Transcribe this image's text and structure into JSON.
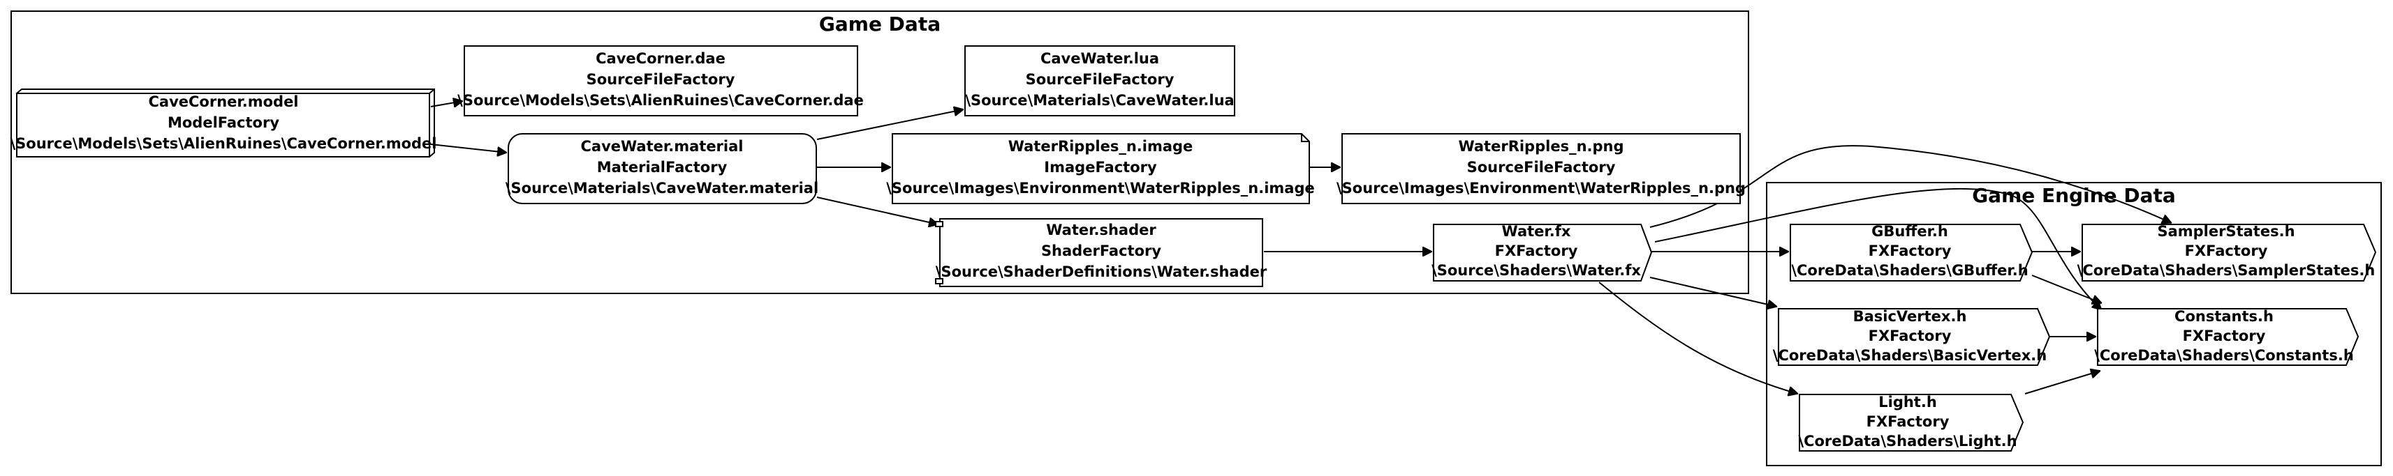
{
  "clusters": {
    "game_data": {
      "title": "Game Data"
    },
    "game_engine_data": {
      "title": "Game Engine Data"
    }
  },
  "nodes": {
    "cavecorner_model": {
      "name": "CaveCorner.model",
      "factory": "ModelFactory",
      "path": "\\Source\\Models\\Sets\\AlienRuines\\CaveCorner.model"
    },
    "cavecorner_dae": {
      "name": "CaveCorner.dae",
      "factory": "SourceFileFactory",
      "path": "\\Source\\Models\\Sets\\AlienRuines\\CaveCorner.dae"
    },
    "cavewater_lua": {
      "name": "CaveWater.lua",
      "factory": "SourceFileFactory",
      "path": "\\Source\\Materials\\CaveWater.lua"
    },
    "cavewater_material": {
      "name": "CaveWater.material",
      "factory": "MaterialFactory",
      "path": "\\Source\\Materials\\CaveWater.material"
    },
    "waterripples_image": {
      "name": "WaterRipples_n.image",
      "factory": "ImageFactory",
      "path": "\\Source\\Images\\Environment\\WaterRipples_n.image"
    },
    "waterripples_png": {
      "name": "WaterRipples_n.png",
      "factory": "SourceFileFactory",
      "path": "\\Source\\Images\\Environment\\WaterRipples_n.png"
    },
    "water_shader": {
      "name": "Water.shader",
      "factory": "ShaderFactory",
      "path": "\\Source\\ShaderDefinitions\\Water.shader"
    },
    "water_fx": {
      "name": "Water.fx",
      "factory": "FXFactory",
      "path": "\\Source\\Shaders\\Water.fx"
    },
    "gbuffer_h": {
      "name": "GBuffer.h",
      "factory": "FXFactory",
      "path": "\\CoreData\\Shaders\\GBuffer.h"
    },
    "samplerstates_h": {
      "name": "SamplerStates.h",
      "factory": "FXFactory",
      "path": "\\CoreData\\Shaders\\SamplerStates.h"
    },
    "basicvertex_h": {
      "name": "BasicVertex.h",
      "factory": "FXFactory",
      "path": "\\CoreData\\Shaders\\BasicVertex.h"
    },
    "constants_h": {
      "name": "Constants.h",
      "factory": "FXFactory",
      "path": "\\CoreData\\Shaders\\Constants.h"
    },
    "light_h": {
      "name": "Light.h",
      "factory": "FXFactory",
      "path": "\\CoreData\\Shaders\\Light.h"
    }
  },
  "edges": [
    {
      "from": "cavecorner_model",
      "to": "cavecorner_dae"
    },
    {
      "from": "cavecorner_model",
      "to": "cavewater_material"
    },
    {
      "from": "cavewater_material",
      "to": "cavewater_lua"
    },
    {
      "from": "cavewater_material",
      "to": "waterripples_image"
    },
    {
      "from": "cavewater_material",
      "to": "water_shader"
    },
    {
      "from": "waterripples_image",
      "to": "waterripples_png"
    },
    {
      "from": "water_shader",
      "to": "water_fx"
    },
    {
      "from": "water_fx",
      "to": "gbuffer_h"
    },
    {
      "from": "water_fx",
      "to": "samplerstates_h"
    },
    {
      "from": "water_fx",
      "to": "basicvertex_h"
    },
    {
      "from": "water_fx",
      "to": "constants_h"
    },
    {
      "from": "water_fx",
      "to": "light_h"
    },
    {
      "from": "gbuffer_h",
      "to": "samplerstates_h"
    },
    {
      "from": "gbuffer_h",
      "to": "constants_h"
    },
    {
      "from": "basicvertex_h",
      "to": "constants_h"
    },
    {
      "from": "light_h",
      "to": "constants_h"
    }
  ]
}
